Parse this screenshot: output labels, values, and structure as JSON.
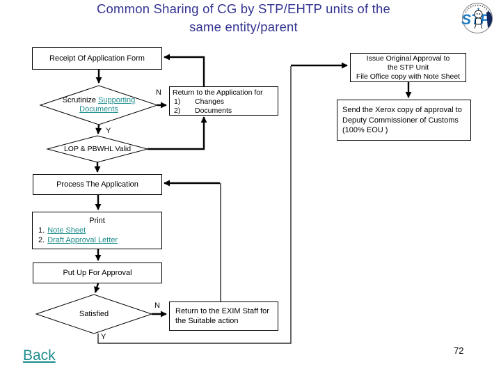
{
  "title": {
    "line1": "Common Sharing of CG by STP/EHTP units of the",
    "line2": "same entity/parent"
  },
  "logo": {
    "text": "STP"
  },
  "nav": {
    "back": "Back"
  },
  "page": {
    "number": "72"
  },
  "colors": {
    "title": "#333391",
    "link": "#1E8C8C",
    "logo_blue": "#1E7AC0",
    "line": "#000000"
  },
  "flow": {
    "receipt": {
      "text": "Receipt Of Application Form"
    },
    "scrutinize": {
      "prefix": "Scrutinize ",
      "link_line1": "Supporting",
      "link_line2": "Documents"
    },
    "return_application": {
      "line1": "Return to the Application for",
      "item1_num": "1)",
      "item1": "Changes",
      "item2_num": "2)",
      "item2": "Documents"
    },
    "lop": {
      "text": "LOP & PBWHL Valid"
    },
    "process": {
      "text": "Process The Application"
    },
    "print": {
      "heading": "Print",
      "item1_num": "1.",
      "item1": "Note Sheet",
      "item2_num": "2.",
      "item2": "Draft Approval Letter"
    },
    "putup": {
      "text": "Put Up For Approval"
    },
    "satisfied": {
      "text": "Satisfied"
    },
    "exim": {
      "line1": "Return to the EXIM Staff for",
      "line2": "the Suitable action"
    },
    "issue": {
      "line1": "Issue Original Approval to",
      "line2": "the STP Unit",
      "line3": "File Office copy with Note Sheet"
    },
    "xerox": {
      "line1": "Send the Xerox copy of approval to",
      "line2": "Deputy Commissioner of Customs",
      "line3": "(100% EOU )"
    },
    "labels": {
      "n1": "N",
      "y1": "Y",
      "n2": "N",
      "y2": "Y"
    }
  }
}
